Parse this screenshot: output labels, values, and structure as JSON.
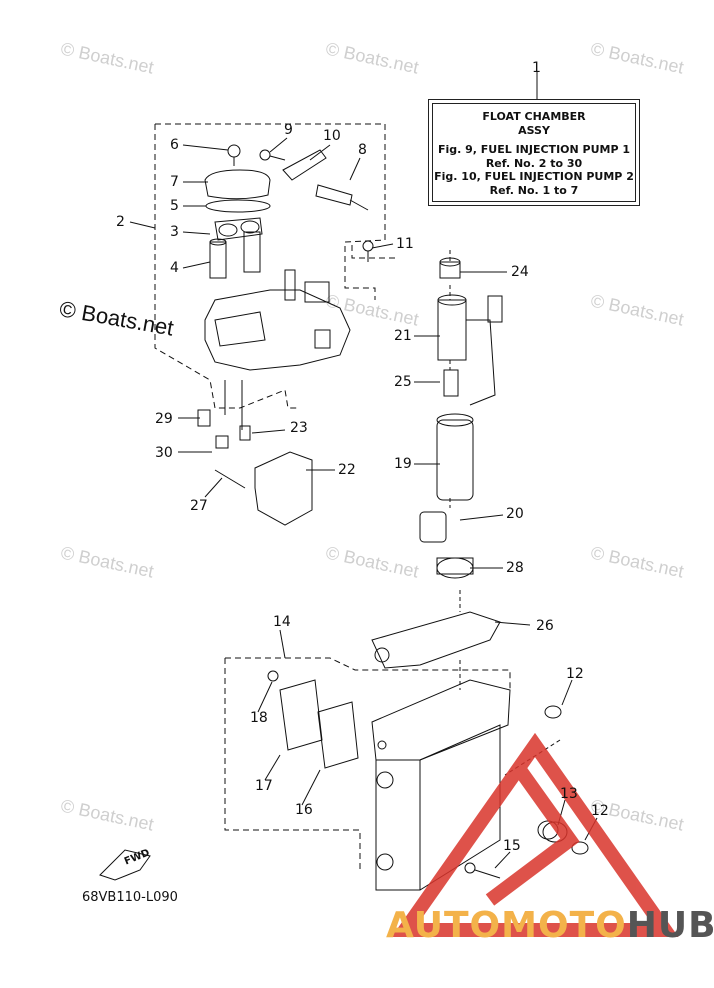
{
  "watermark": "© Boats.net",
  "title_box": {
    "ref": "1",
    "lines": [
      "FLOAT CHAMBER",
      "ASSY",
      "Fig. 9, FUEL INJECTION PUMP 1",
      "Ref. No. 2 to 30",
      "Fig. 10, FUEL INJECTION PUMP 2",
      "Ref. No. 1 to 7"
    ]
  },
  "copyright": "© Boats.net",
  "diagram_code": "68VB110-L090",
  "fwd_label": "FWD",
  "logo": {
    "part1": "AUTO",
    "part2": "MOTO",
    "part3": "HUB"
  },
  "ref_numbers": {
    "r2": "2",
    "r3": "3",
    "r4": "4",
    "r5": "5",
    "r6": "6",
    "r7": "7",
    "r8": "8",
    "r9": "9",
    "r10": "10",
    "r11": "11",
    "r12a": "12",
    "r12b": "12",
    "r13": "13",
    "r14": "14",
    "r15": "15",
    "r16": "16",
    "r17": "17",
    "r18": "18",
    "r19": "19",
    "r20": "20",
    "r21": "21",
    "r22": "22",
    "r23": "23",
    "r24": "24",
    "r25": "25",
    "r26": "26",
    "r27": "27",
    "r28": "28",
    "r29": "29",
    "r30": "30"
  },
  "colors": {
    "logo_orange": "#f3b24a",
    "logo_gray": "#555555",
    "triangle_red": "#d9342b"
  }
}
